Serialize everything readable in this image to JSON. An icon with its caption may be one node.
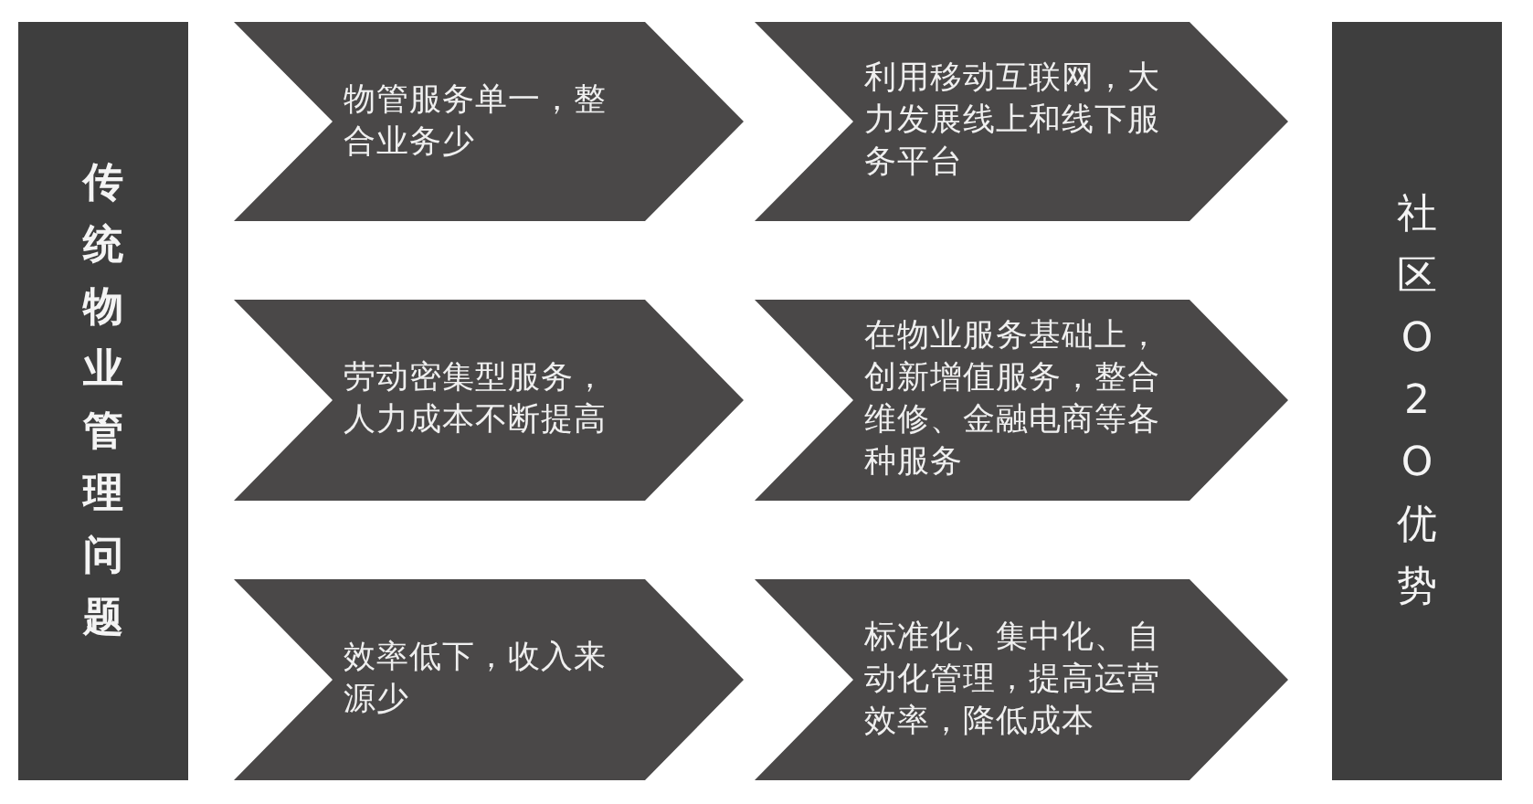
{
  "diagram": {
    "nodes": [
      {
        "text": [
          "传统物业管理问题"
        ]
      },
      {
        "text": [
          "物管服务单一，整合业务少"
        ]
      },
      {
        "text": [
          "利用移动互联网，大力发展线上和线下服务平台"
        ]
      },
      {
        "text": [
          "劳动密集型服务，人力成本不断提高"
        ]
      },
      {
        "text": [
          "在物业服务基础上，创新增值服务，整合维修、金融电商等各种服务"
        ]
      },
      {
        "text": [
          "效率低下，收入来源少"
        ]
      },
      {
        "text": [
          "标准化、集中化、自动化管理，提高运营效率，降低成本"
        ]
      },
      {
        "text": [
          "社区O2O优势"
        ]
      }
    ]
  }
}
